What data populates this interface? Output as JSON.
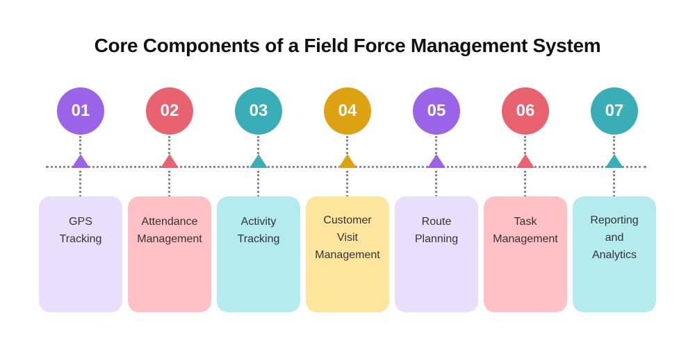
{
  "title": "Core Components of a Field Force Management System",
  "steps": [
    {
      "number": "01",
      "lines": [
        "GPS",
        "Tracking"
      ],
      "color": "#9a63e8",
      "bg": "#e9defc"
    },
    {
      "number": "02",
      "lines": [
        "Attendance",
        "Management"
      ],
      "color": "#e8636f",
      "bg": "#ffc0c6"
    },
    {
      "number": "03",
      "lines": [
        "Activity",
        "Tracking"
      ],
      "color": "#3aaeb7",
      "bg": "#b4ebee"
    },
    {
      "number": "04",
      "lines": [
        "Customer",
        "Visit",
        "Management"
      ],
      "color": "#dca212",
      "bg": "#fde59e"
    },
    {
      "number": "05",
      "lines": [
        "Route",
        "Planning"
      ],
      "color": "#9a63e8",
      "bg": "#e9defc"
    },
    {
      "number": "06",
      "lines": [
        "Task",
        "Management"
      ],
      "color": "#e8636f",
      "bg": "#ffc0c6"
    },
    {
      "number": "07",
      "lines": [
        "Reporting",
        "and",
        "Analytics"
      ],
      "color": "#3aaeb7",
      "bg": "#b4ebee"
    }
  ]
}
